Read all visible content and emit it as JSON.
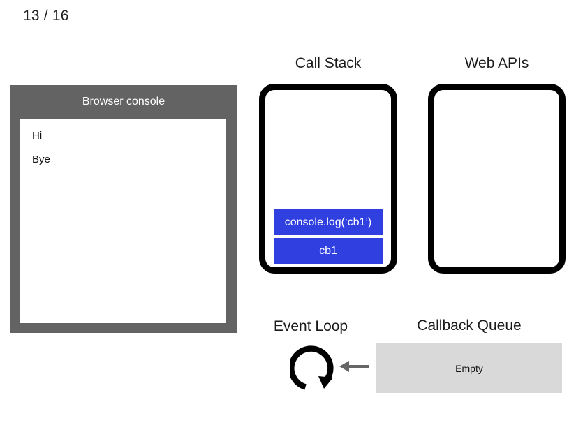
{
  "slide": {
    "counter": "13 / 16"
  },
  "console": {
    "title": "Browser console",
    "lines": [
      "Hi",
      "Bye"
    ]
  },
  "call_stack": {
    "title": "Call Stack",
    "frames": [
      {
        "label": "console.log(‘cb1’)"
      },
      {
        "label": "cb1"
      }
    ]
  },
  "web_apis": {
    "title": "Web APIs",
    "items": []
  },
  "event_loop": {
    "title": "Event Loop",
    "icon": "circular-arrow-icon"
  },
  "callback_queue": {
    "title": "Callback Queue",
    "status": "Empty"
  },
  "arrow": {
    "icon": "arrow-left-icon"
  },
  "colors": {
    "frame_blue": "#2f3fe0",
    "console_gray": "#636363",
    "queue_gray": "#d9d9d9",
    "arrow_gray": "#666666",
    "outline_black": "#000000"
  }
}
